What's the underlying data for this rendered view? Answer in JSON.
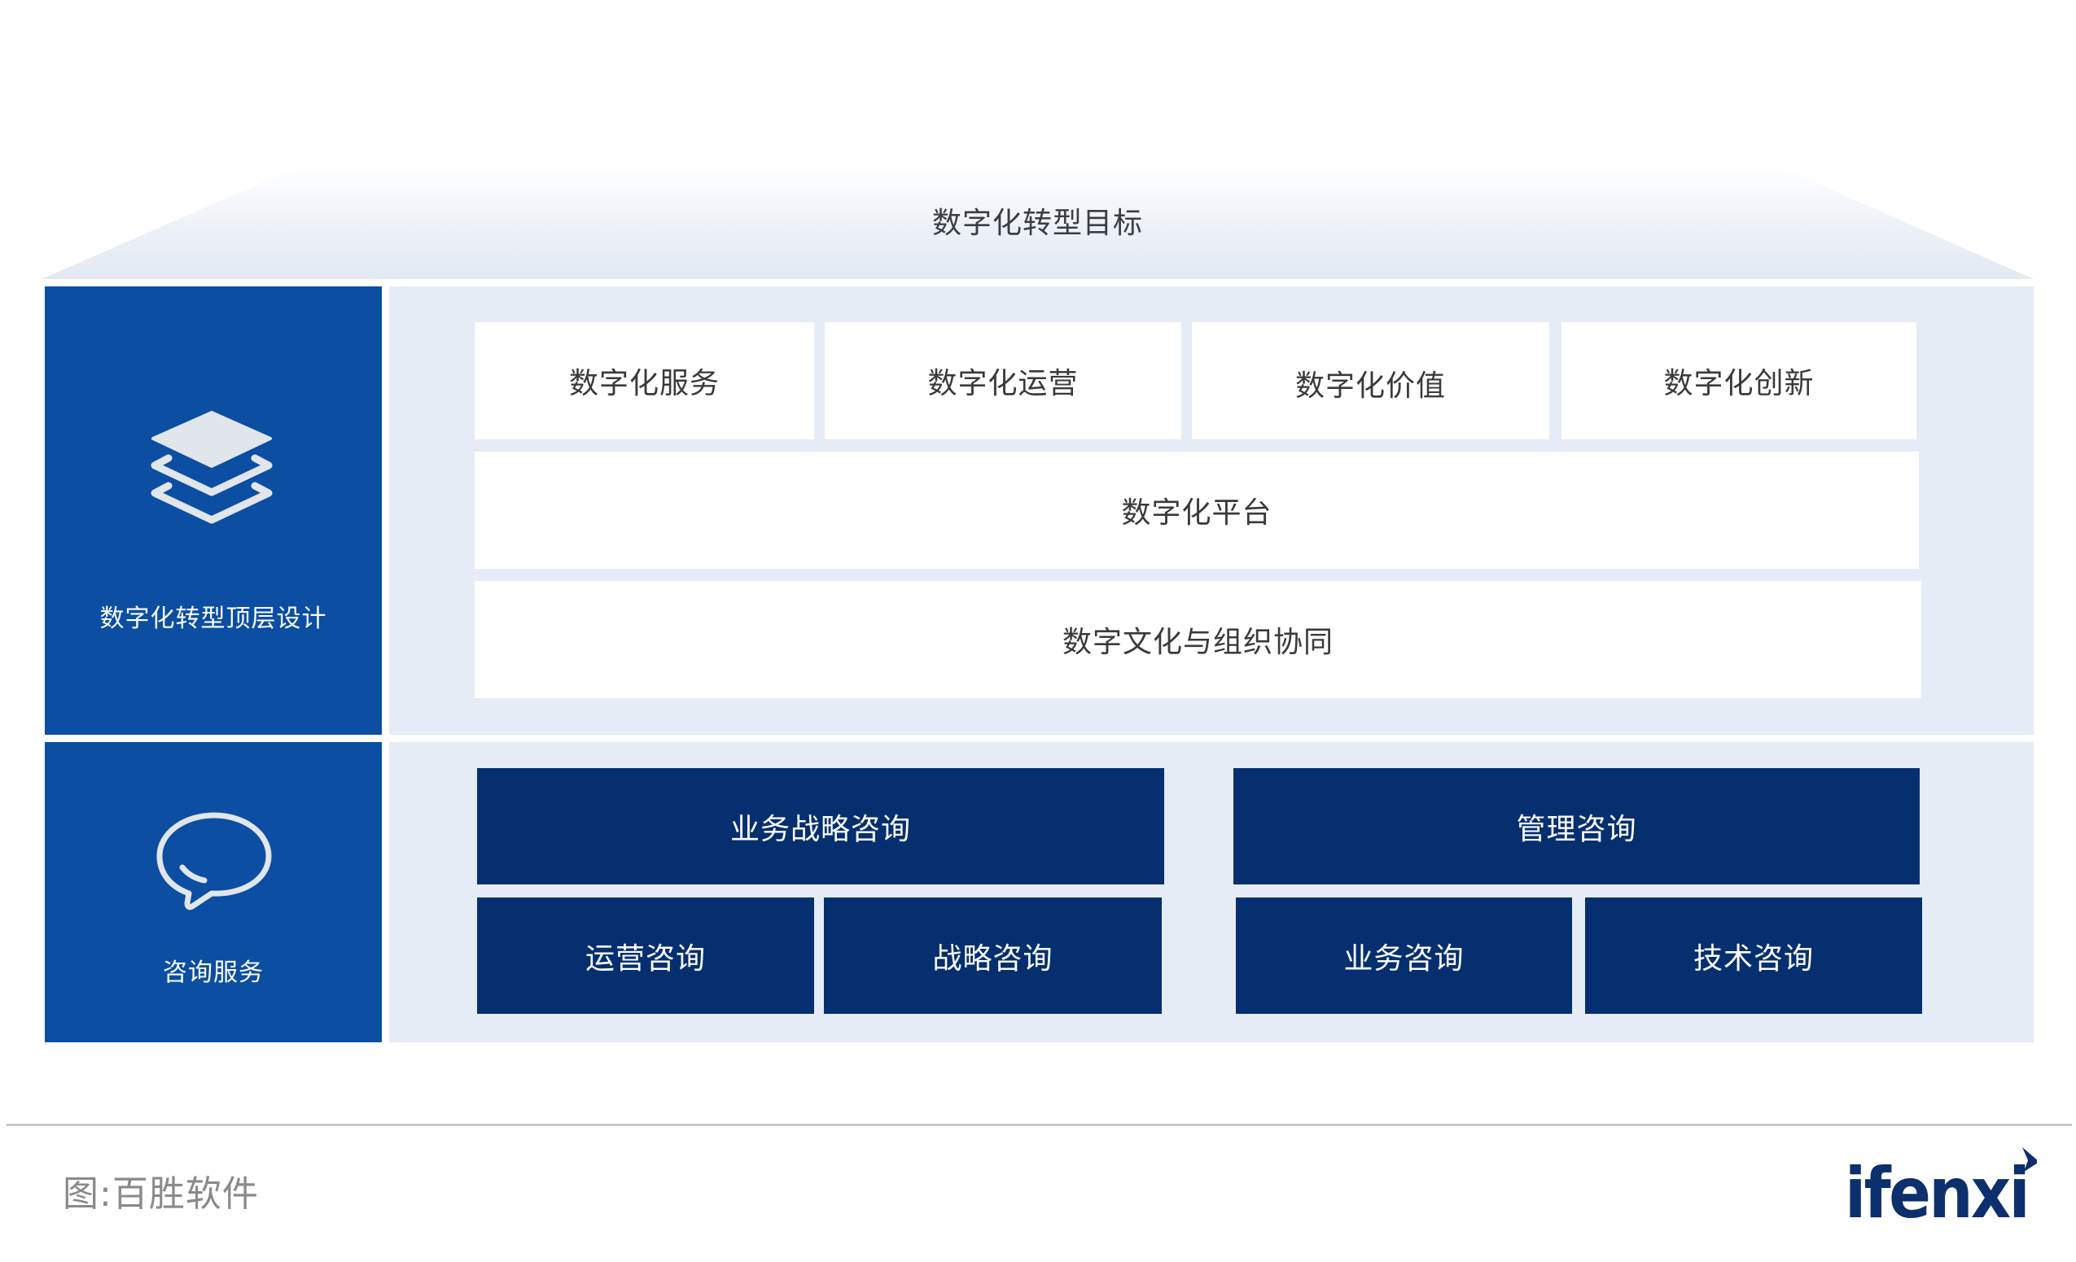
{
  "goal": {
    "title": "数字化转型目标"
  },
  "top_layer": {
    "side_label": "数字化转型顶层设计",
    "side_icon": "layers-icon",
    "tiles": [
      {
        "label": "数字化服务"
      },
      {
        "label": "数字化运营"
      },
      {
        "label": "数字化价值"
      },
      {
        "label": "数字化创新"
      }
    ],
    "platform": {
      "label": "数字化平台"
    },
    "culture": {
      "label": "数字文化与组织协同"
    }
  },
  "consulting_layer": {
    "side_label": "咨询服务",
    "side_icon": "chat-bubble-icon",
    "groups": [
      {
        "label": "业务战略咨询",
        "children": [
          {
            "label": "运营咨询"
          },
          {
            "label": "战略咨询"
          }
        ]
      },
      {
        "label": "管理咨询",
        "children": [
          {
            "label": "业务咨询"
          },
          {
            "label": "技术咨询"
          }
        ]
      }
    ]
  },
  "footer": {
    "caption": "图:百胜软件",
    "logo_text": "ifenxi"
  },
  "colors": {
    "side_blue": "#0b4ea2",
    "navy": "#062f70",
    "panel_light": "#e5ecf5",
    "text_dark": "#3a3a3a",
    "caption_gray": "#8a8a8a"
  }
}
